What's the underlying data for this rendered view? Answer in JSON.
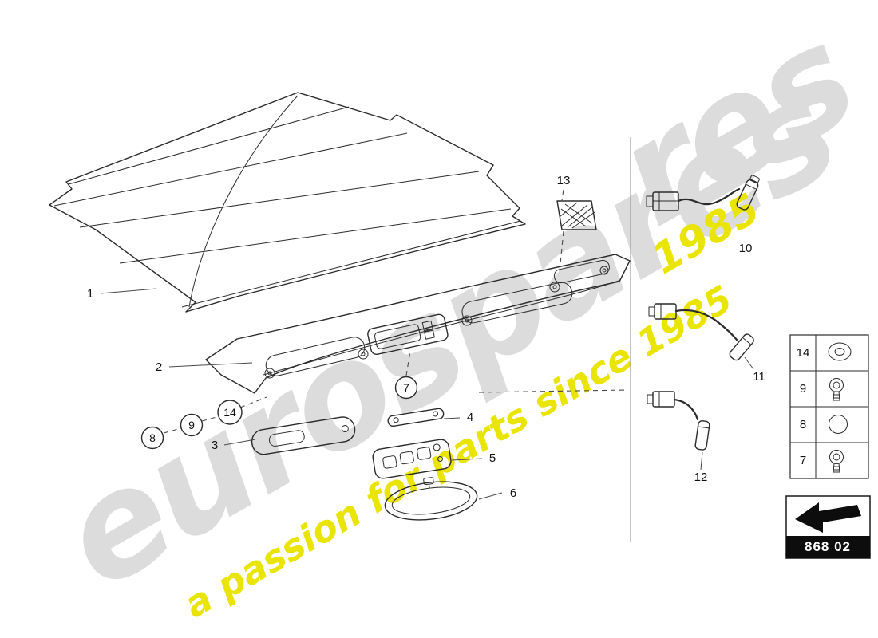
{
  "watermark": {
    "brand": "eurospares",
    "brand_partial": "res",
    "tagline": "a passion for parts since 1985",
    "tagline_partial": "1985",
    "brand_color": "#dcdcdc",
    "tagline_color": "#e9e400"
  },
  "diagram": {
    "title_hint": "roof trim / headliner exploded parts diagram",
    "line_color": "#2b2b2b",
    "callout_labels": {
      "1": "1",
      "2": "2",
      "3": "3",
      "4": "4",
      "5": "5",
      "6": "6",
      "7": "7",
      "8": "8",
      "9": "9",
      "10": "10",
      "11": "11",
      "12": "12",
      "13": "13",
      "14": "14"
    },
    "circled_callouts": [
      "7",
      "8",
      "9",
      "14"
    ]
  },
  "legend": {
    "rows": [
      {
        "label": "14",
        "icon": "washer-icon"
      },
      {
        "label": "9",
        "icon": "screw-icon"
      },
      {
        "label": "8",
        "icon": "grommet-icon"
      },
      {
        "label": "7",
        "icon": "screw-icon"
      }
    ]
  },
  "footer": {
    "part_group_code": "868 02",
    "logo_icon": "eurospares-arrow-icon"
  }
}
